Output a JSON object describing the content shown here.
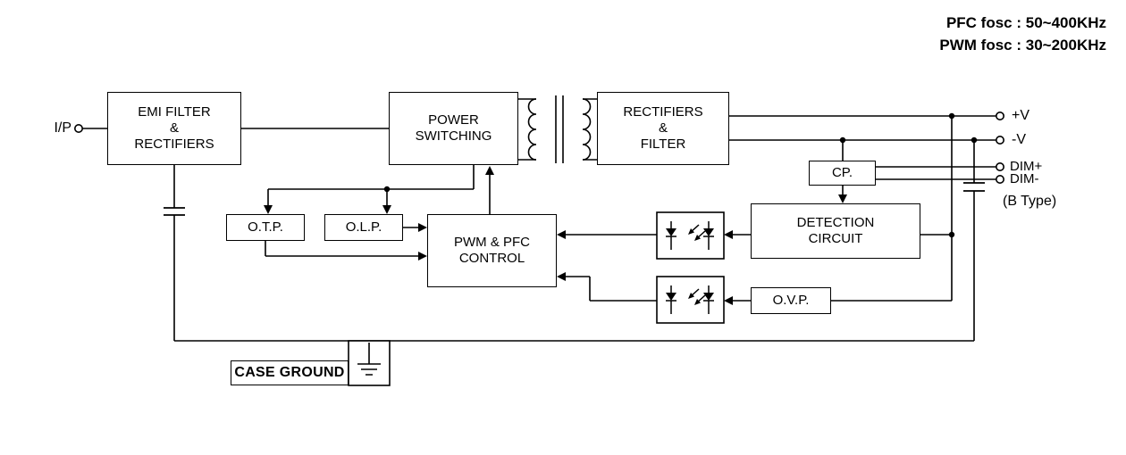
{
  "meta": {
    "background": "#ffffff",
    "line_color": "#000000",
    "text_color": "#000000"
  },
  "notes": {
    "pfc_fosc": "PFC fosc : 50~400KHz",
    "pwm_fosc": "PWM fosc : 30~200KHz"
  },
  "terminals": {
    "input": "I/P",
    "v_plus": "+V",
    "v_minus": "-V",
    "dim_plus": "DIM+",
    "dim_minus": "DIM-",
    "b_type": "(B Type)"
  },
  "blocks": {
    "emi": {
      "lines": [
        "EMI FILTER",
        "&",
        "RECTIFIERS"
      ]
    },
    "power_switching": {
      "lines": [
        "POWER",
        "SWITCHING"
      ]
    },
    "rectifiers_filter": {
      "lines": [
        "RECTIFIERS",
        "&",
        "FILTER"
      ]
    },
    "cp": {
      "label": "CP."
    },
    "detection": {
      "lines": [
        "DETECTION",
        "CIRCUIT"
      ]
    },
    "otp": {
      "label": "O.T.P."
    },
    "olp": {
      "label": "O.L.P."
    },
    "pwm_control": {
      "lines": [
        "PWM & PFC",
        "CONTROL"
      ]
    },
    "ovp": {
      "label": "O.V.P."
    },
    "case_ground": {
      "label": "CASE GROUND"
    }
  },
  "icons": {
    "transformer": "transformer-coils",
    "optocoupler_upper": "optocoupler",
    "optocoupler_lower": "optocoupler",
    "capacitor_left": "y-capacitor",
    "capacitor_right": "y-capacitor",
    "ground": "earth-ground",
    "terminal_circles": "open-circle-terminal"
  }
}
